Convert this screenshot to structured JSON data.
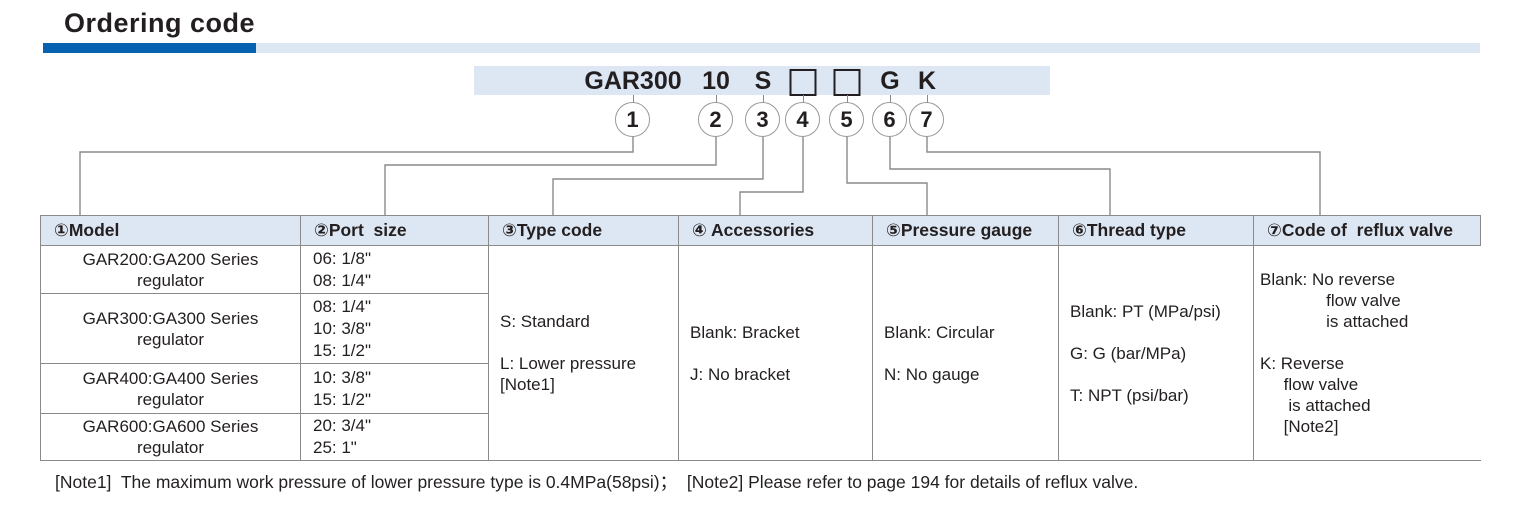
{
  "title": "Ordering code",
  "code": {
    "model": "GAR300",
    "port_size": "10",
    "type_code": "S",
    "thread_type": "G",
    "reflux_code": "K"
  },
  "markers": [
    "1",
    "2",
    "3",
    "4",
    "5",
    "6",
    "7"
  ],
  "table": {
    "headers": [
      "①Model",
      "②Port  size",
      "③Type code",
      "④ Accessories",
      "⑤Pressure gauge",
      "⑥Thread type",
      "⑦Code of  reflux valve"
    ],
    "models": [
      "GAR200:GA200 Series\nregulator",
      "GAR300:GA300 Series\nregulator",
      "GAR400:GA400 Series\nregulator",
      "GAR600:GA600 Series\nregulator"
    ],
    "port_sizes": [
      "06: 1/8\"\n08: 1/4\"",
      "08: 1/4\"\n10: 3/8\"\n15: 1/2\"",
      "10: 3/8\"\n15: 1/2\"",
      "20: 3/4\"\n25: 1\""
    ],
    "type_code": "S: Standard\n\nL: Lower pressure\n[Note1]",
    "accessories": "Blank: Bracket\n\nJ: No bracket",
    "pressure_gauge": "Blank: Circular\n\nN: No gauge",
    "thread_type": "Blank: PT (MPa/psi)\n\nG: G (bar/MPa)\n\nT: NPT (psi/bar)",
    "reflux_valve": "Blank: No reverse\n              flow valve\n              is attached\n\nK: Reverse\n     flow valve\n      is attached\n     [Note2]"
  },
  "footnote": "[Note1]  The maximum work pressure of lower pressure type is 0.4MPa(58psi)；  [Note2] Please refer to page 194 for details of reflux valve.",
  "colors": {
    "accent_dark": "#0763af",
    "accent_light": "#dde7f3",
    "border_gray": "#8a8a8a",
    "text": "#231f20"
  }
}
